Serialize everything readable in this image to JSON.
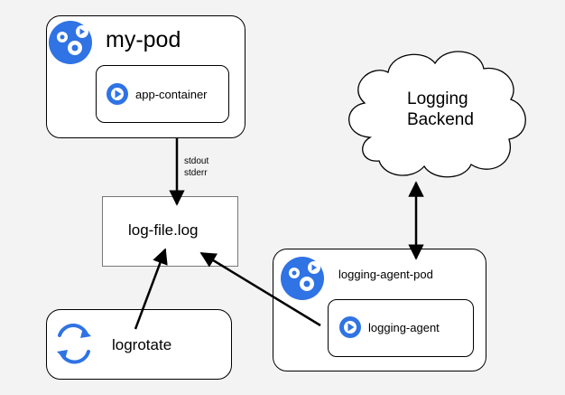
{
  "my_pod": {
    "title": "my-pod",
    "container_label": "app-container",
    "icon": "gear-play-icon"
  },
  "log_file": {
    "label": "log-file.log"
  },
  "stream_labels": [
    "stdout",
    "stderr"
  ],
  "logrotate": {
    "label": "logrotate",
    "icon": "rotate-arrows-icon"
  },
  "logging_backend": {
    "label_lines": [
      "Logging",
      "Backend"
    ]
  },
  "agent_pod": {
    "title": "logging-agent-pod",
    "agent_label": "logging-agent",
    "icon": "gear-play-icon"
  },
  "colors": {
    "background": "#f3f3f3",
    "accent_blue": "#2f73e4",
    "stroke": "#000000",
    "box_fill": "#ffffff"
  }
}
